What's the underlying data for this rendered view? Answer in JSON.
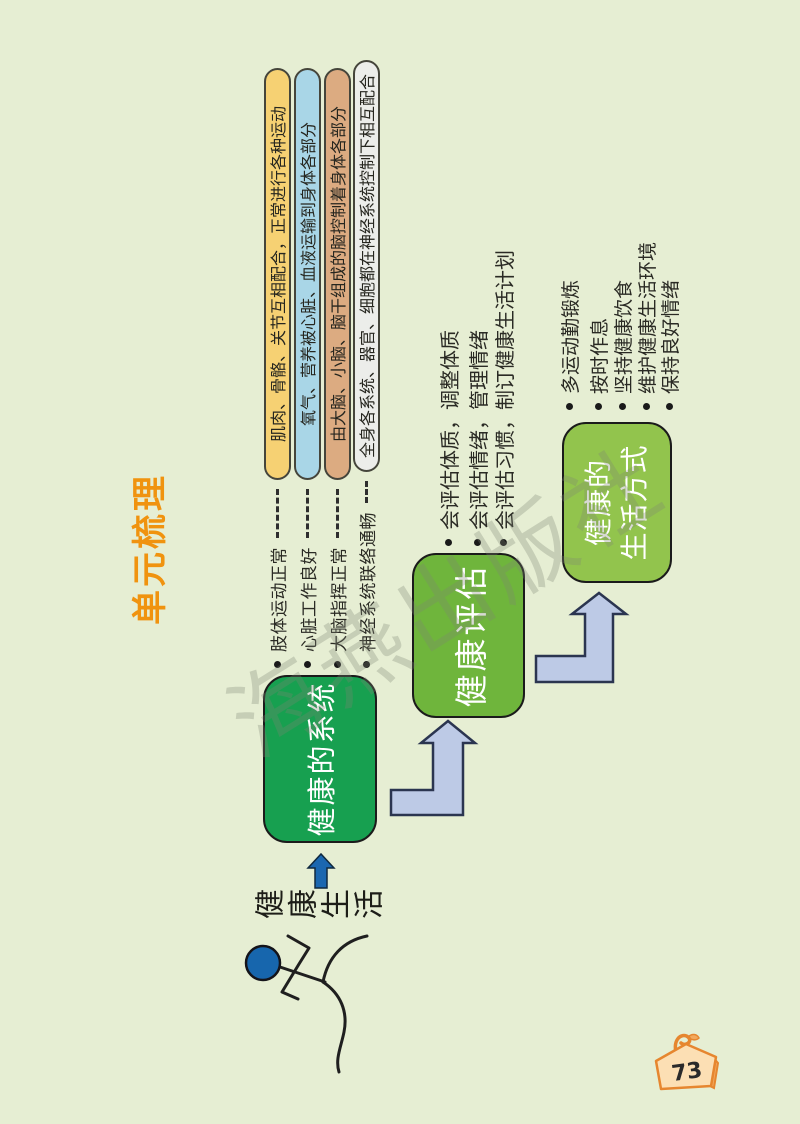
{
  "page": {
    "background": "#e6eed3",
    "number": "73"
  },
  "unit_title": {
    "label": "单元梳理",
    "color": "#f0930f"
  },
  "watermark": "海燕出版社",
  "start": {
    "label": "健康生活",
    "arrow_color": "#1b67b0"
  },
  "flow": {
    "box1": {
      "label": "健康的系统",
      "color": "#17a050"
    },
    "box2": {
      "label": "健康评估",
      "color": "#6fb53c"
    },
    "box3": {
      "label_line1": "健康的",
      "label_line2": "生活方式",
      "color": "#92c44d"
    },
    "bent_arrow_color": "#bdcae6"
  },
  "systems": [
    {
      "label": "肢体运动正常",
      "detail": "肌肉、骨骼、关节互相配合，正常进行各种运动",
      "color": "#f6d173"
    },
    {
      "label": "心脏工作良好",
      "detail": "氧气、营养被心脏、血液运输到身体各部分",
      "color": "#a9d6e7"
    },
    {
      "label": "大脑指挥正常",
      "detail": "由大脑、小脑、脑干组成的脑控制着身体各部分",
      "color": "#dcab81"
    },
    {
      "label": "神经系统联络通畅",
      "detail": "全身各系统、器官、细胞都在神经系统控制下相互配合",
      "color": "#ecedea"
    }
  ],
  "evaluation_points": [
    "会评估体质，调整体质",
    "会评估情绪，管理情绪",
    "会评估习惯，制订健康生活计划"
  ],
  "lifestyle_points": [
    "多运动勤锻炼",
    "按时作息",
    "坚持健康饮食",
    "维护健康生活环境",
    "保持良好情绪"
  ]
}
